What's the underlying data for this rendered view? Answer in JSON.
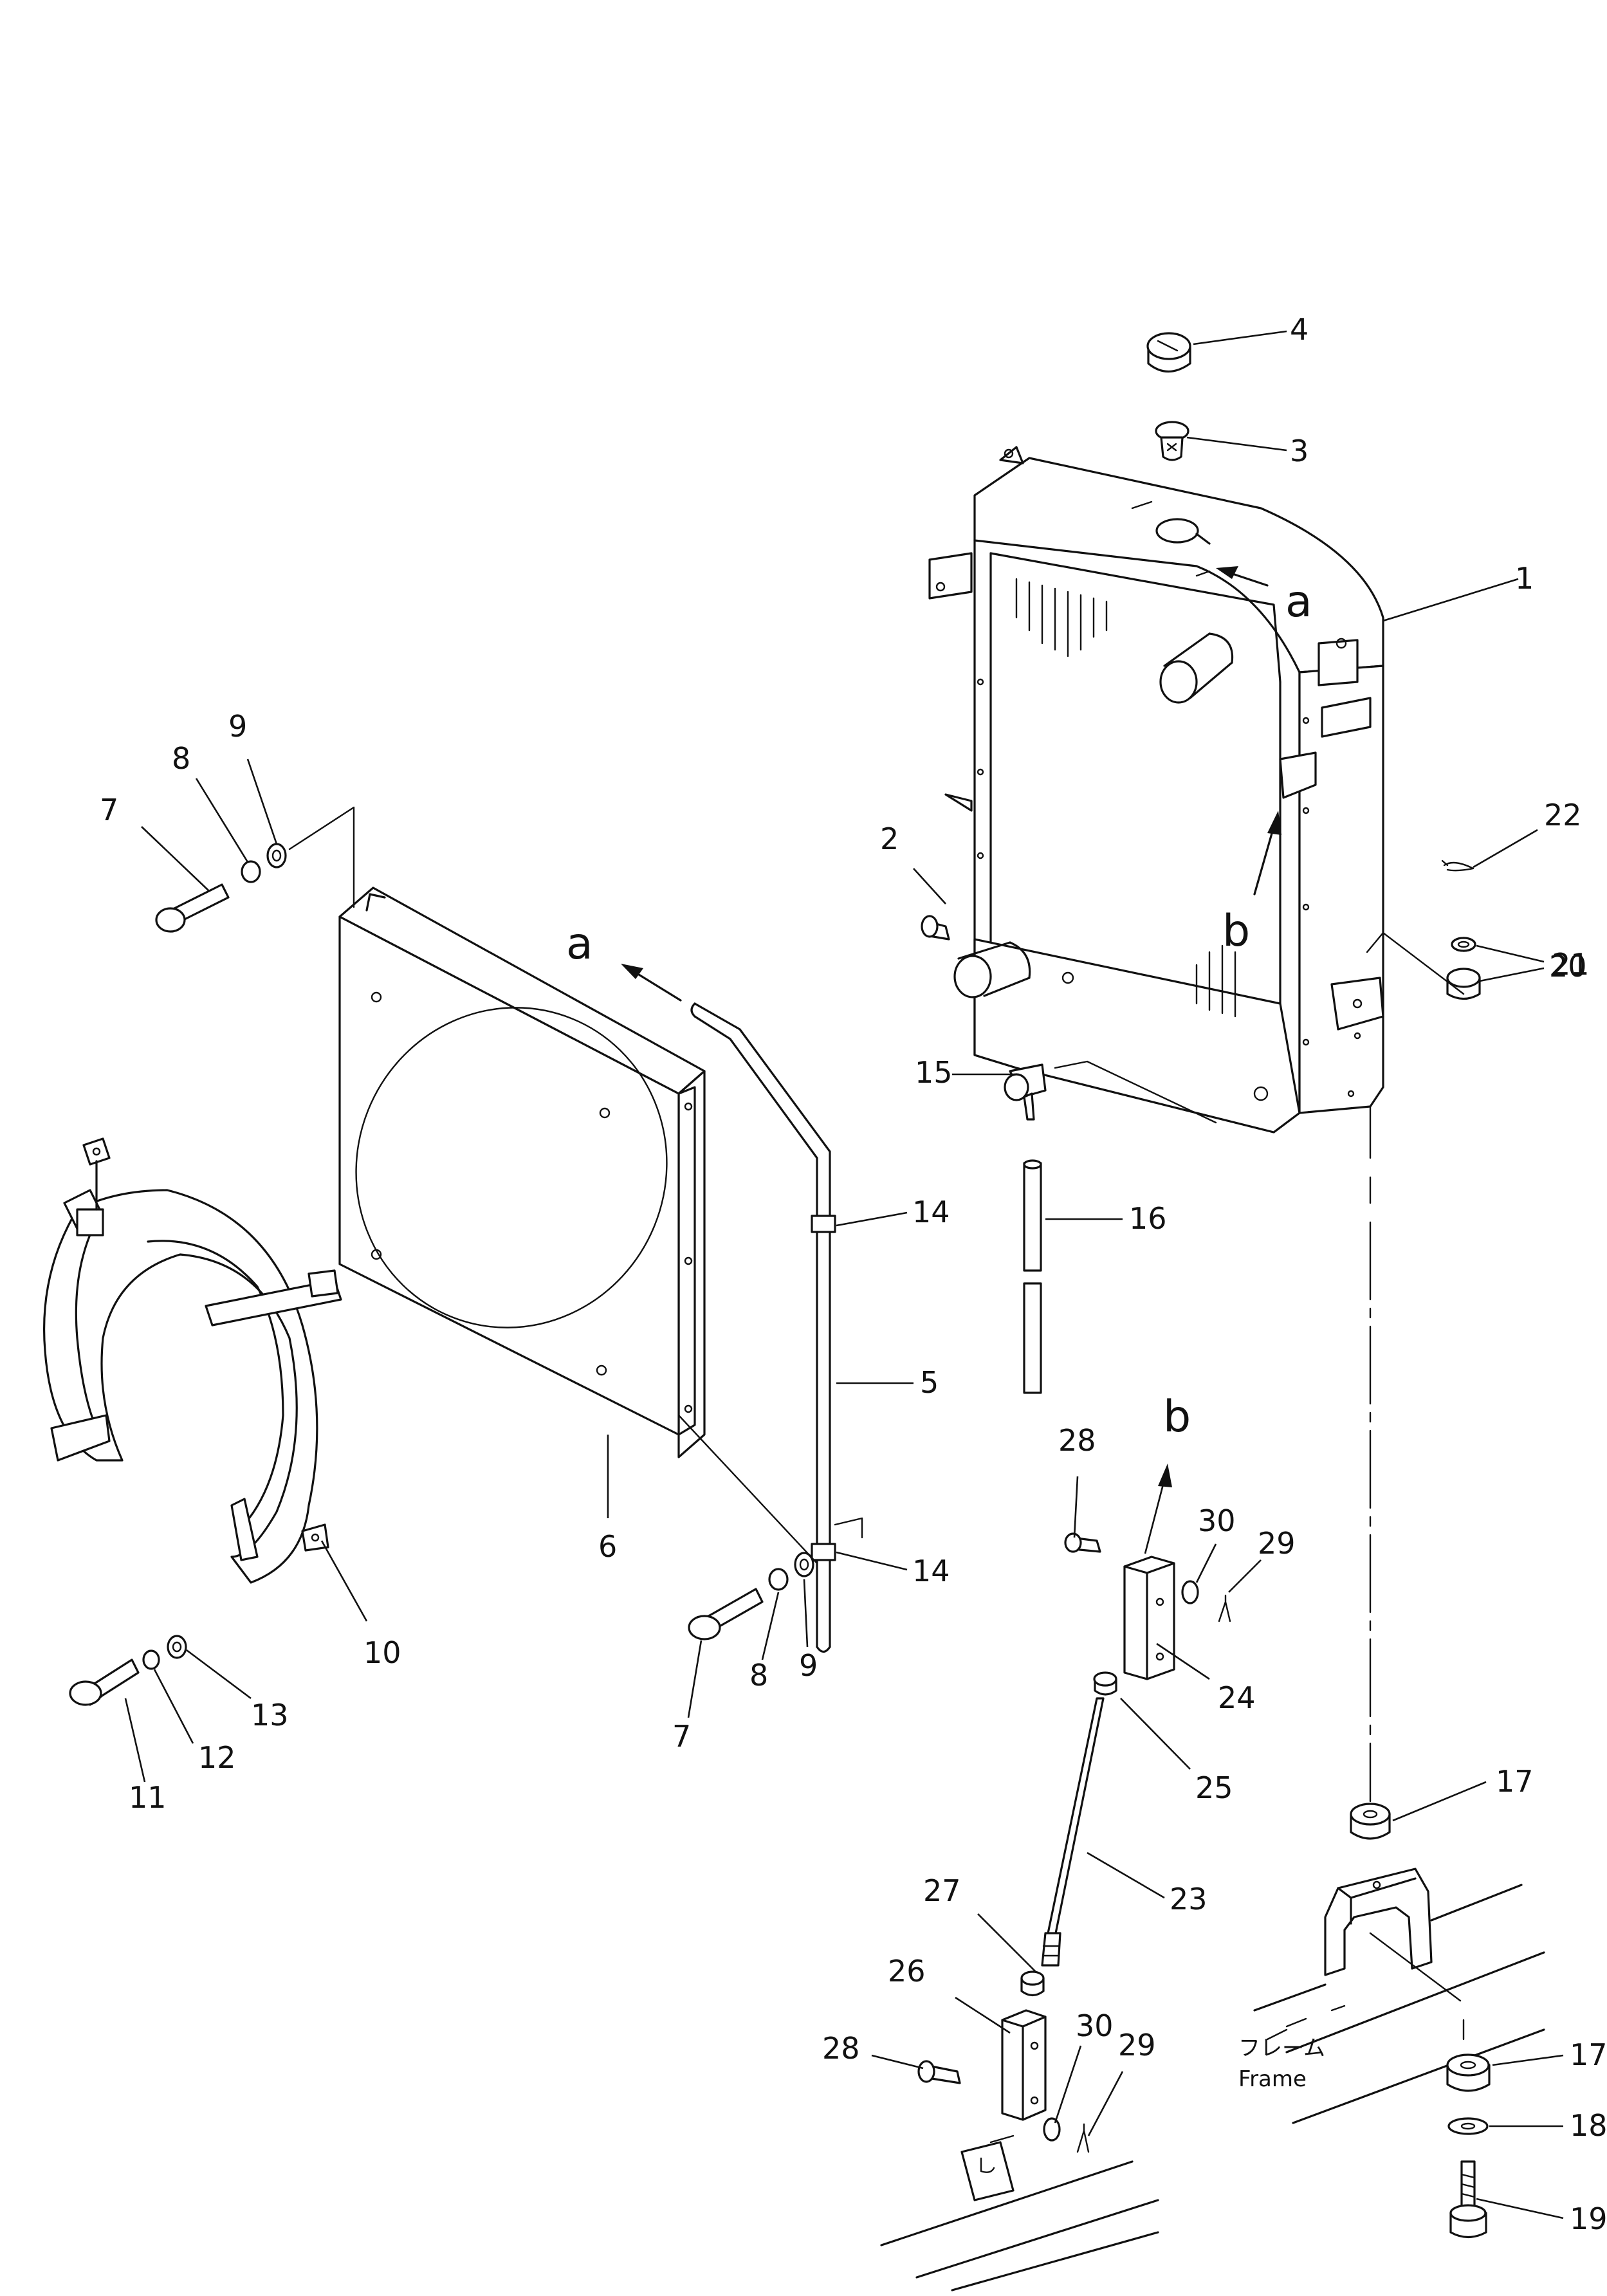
{
  "labels": {
    "p1": "1",
    "p2": "2",
    "p3": "3",
    "p4": "4",
    "p5": "5",
    "p6": "6",
    "p7": "7",
    "p8": "8",
    "p9": "9",
    "p10": "10",
    "p11": "11",
    "p12": "12",
    "p13": "13",
    "p14": "14",
    "p15": "15",
    "p16": "16",
    "p17": "17",
    "p18": "18",
    "p19": "19",
    "p20": "20",
    "p21": "21",
    "p22": "22",
    "p23": "23",
    "p24": "24",
    "p25": "25",
    "p26": "26",
    "p27": "27",
    "p28": "28",
    "p29": "29",
    "p30": "30"
  },
  "arrows": {
    "a": "a",
    "b": "b"
  },
  "frame_label": {
    "jp": "フレーム",
    "en": "Frame"
  }
}
